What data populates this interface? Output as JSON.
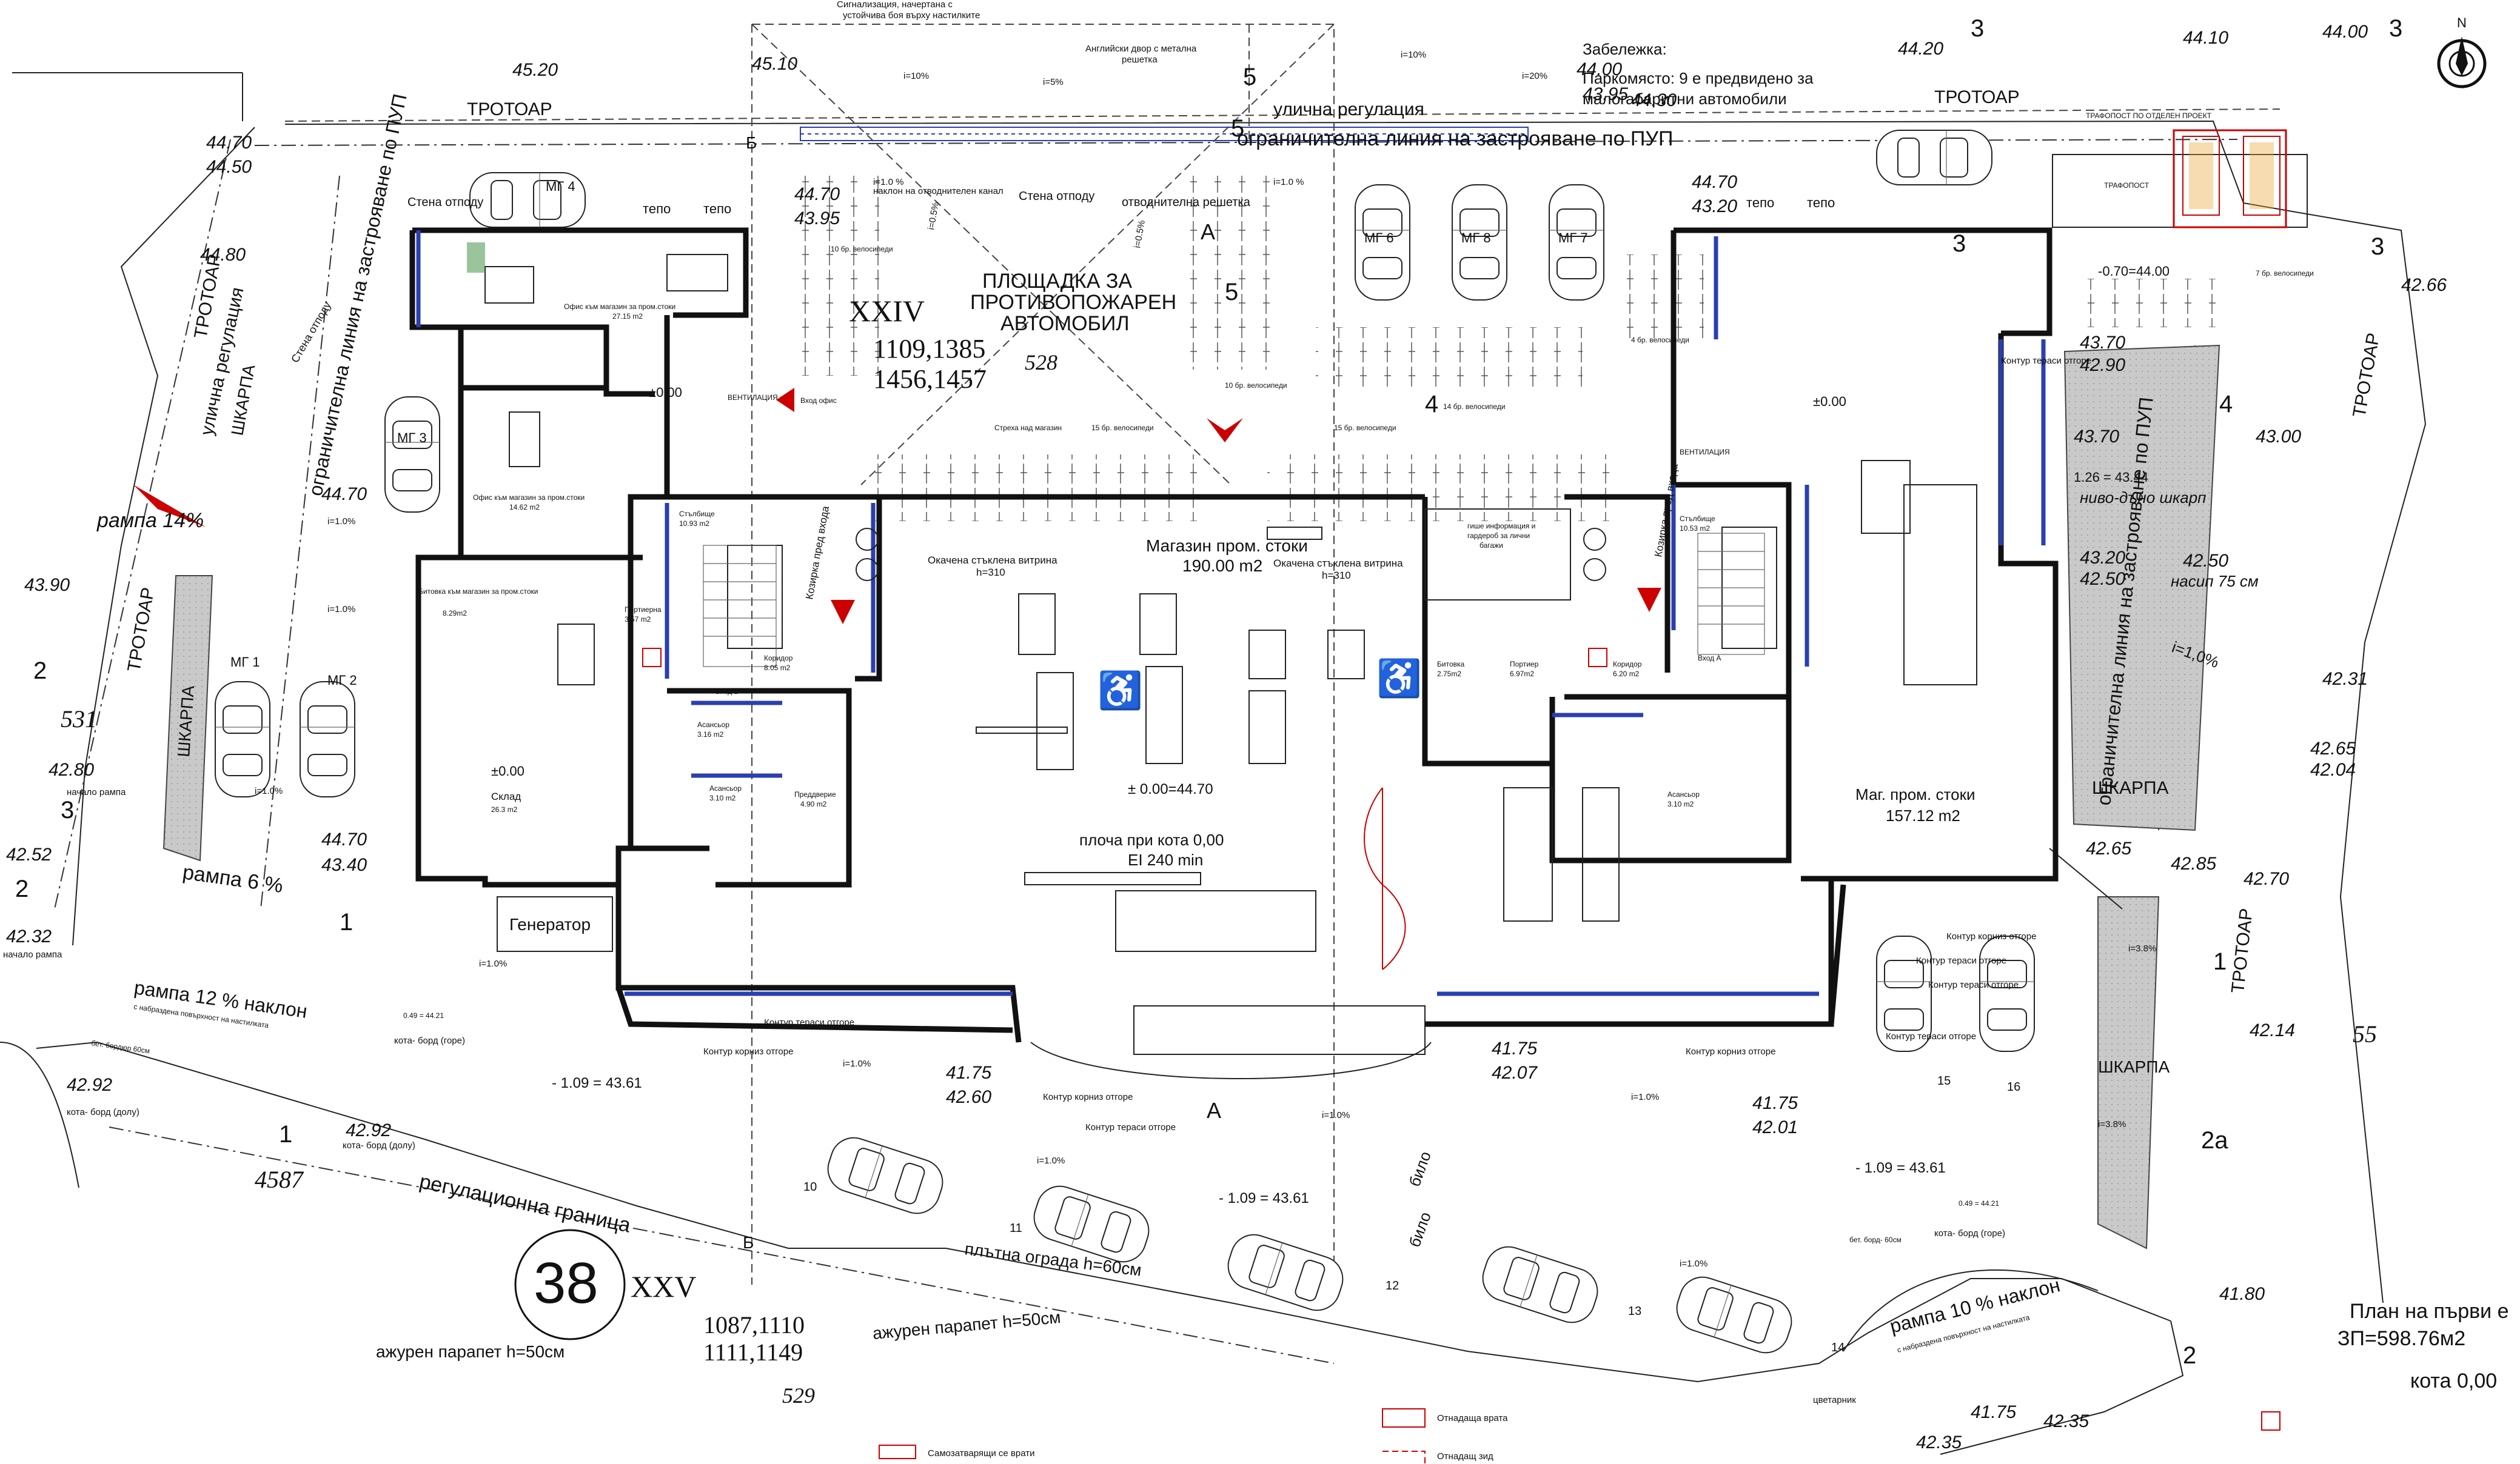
{
  "top_notes": {
    "signal": "Сигнализация, начертана с",
    "signal2": "устойчива боя върху настилките",
    "english_yard": "Английски двор с метална",
    "english_yard2": "решетка"
  },
  "note": {
    "title": "Забележка:",
    "line1": "Паркомясто: 9 е предвидено за",
    "line2": "малогабаритни автомобили"
  },
  "lines": {
    "street_reg": "улична регулация",
    "limit_line": "ограничителна линия на застрояване по ПУП",
    "reg_border": "регулационна граница",
    "limit_left": "ограничителна линия на застрояване по ПУП",
    "street_reg_left": "улична регулация",
    "limit_right": "ограничителна линия на застрояване по ПУП"
  },
  "sidewalk": {
    "top": "ТРОТОАР",
    "top_right": "ТРОТОАР",
    "left1": "ТРОТОАР",
    "left2": "ТРОТОАР",
    "right1": "ТРОТОАР",
    "right2": "ТРОТОАР"
  },
  "scarp": {
    "s1": "ШКАРПА",
    "s2": "ШКАРПА",
    "s3": "ШКАРПА",
    "s4": "ШКАРПА"
  },
  "transformer": {
    "title": "ТРАФОПОСТ ПО ОТДЕЛЕН ПРОЕКТ",
    "name": "ТРАФОПОСТ"
  },
  "site": {
    "fire_area1": "ПЛОЩАДКА ЗА",
    "fire_area2": "ПРОТИВОПОЖАРЕН",
    "fire_area3": "АВТОМОБИЛ",
    "block_top": "XXIV",
    "lots_top1": "1109,1385",
    "lots_top2": "1456,1457",
    "num_top": "528",
    "block_bottom_num": "38",
    "block_bottom": "XXV",
    "lots_bot1": "1087,1110",
    "lots_bot2": "1111,1149",
    "num_bot": "529",
    "num_531": "531",
    "num_4587": "4587",
    "num_55": "55"
  },
  "plan_title": {
    "line1": "План на първи е",
    "line2": "ЗП=598.76м2",
    "line3": "кота  0,00"
  },
  "rooms": {
    "shop_main": "Магазин пром. стоки",
    "shop_main_area": "190.00 m2",
    "shop_right": "Маг. пром. стоки",
    "shop_right_area": "157.12 m2",
    "fire_slab": "плоча при кота 0,00",
    "fire_slab2": "EI 240 min",
    "elev_zero": "± 0.00=44.70",
    "generator": "Генератор",
    "office1": "Офис към магазин за пром.стоки",
    "office1_area": "27.15 m2",
    "office2": "Офис към магазин за пром.стоки",
    "office2_area": "14.62 m2",
    "kitchen": "Битовка към магазин за пром.стоки",
    "kitchen_area": "8.29m2",
    "storage": "Склад",
    "storage_area": "26.3 m2",
    "stair_b": "Стълбище",
    "stair_b_area": "10.93 m2",
    "stair_a": "Стълбище",
    "stair_a_area": "10.53 m2",
    "corridor_b": "Коридор",
    "corridor_b_area": "8.05 m2",
    "corridor_a": "Коридор",
    "corridor_a_area": "6.20 m2",
    "lift1": "Асансьор",
    "lift1_area": "3.16 m2",
    "lift2": "Асансьор",
    "lift2_area": "3.10 m2",
    "lift3": "Асансьор",
    "lift3_area": "3.10 m2",
    "lobby": "Преддверие",
    "lobby_area": "4.90 m2",
    "wc": "Битовка",
    "wc_area": "2.75m2",
    "porter_b": "Портиерна",
    "porter_b_area": "3.57 m2",
    "porter_a": "Портиер",
    "porter_a_area": "6.97m2",
    "info": "гише информация и",
    "info2": "гардероб за лични",
    "info3": "багажи",
    "entry_b": "Вход Б",
    "entry_a": "Вход А",
    "entry_office": "Вход офис",
    "ventilation": "ВЕНТИЛАЦИЯ",
    "ventilation2": "ВЕНТИЛАЦИЯ",
    "canopy": "Стреха над магазин",
    "bikes15a": "15 бр. велосипеди",
    "bikes15b": "15 бр. велосипеди",
    "bikes10": "10 бр. велосипеди",
    "bikes10b": "10 бр. велосипеди",
    "bikes14": "14 бр. велосипеди",
    "bikes4": "4 бр. велосипеди",
    "bikes7": "7 бр. велосипеди",
    "glass1": "Окачена стъклена витрина",
    "glass1_h": "h=310",
    "glass2": "Окачена стъклена витрина",
    "glass2_h": "h=310",
    "vestibule_b": "Козирка пред входа",
    "vestibule_a": "Козирка пред входа",
    "wall_fence": "Стена отподу",
    "wall_fence2": "Стена отподу",
    "wall_fence3": "Стена отподу",
    "grate": "отводнителна решетка",
    "slope_drain": "наклон на отводнителен канал",
    "tepo1": "тепо",
    "tepo2": "тепо",
    "tepo3": "тепо",
    "tepo4": "тепо"
  },
  "contours": {
    "c1": "Контур корниз отгоре",
    "c2": "Контур тераси отгоре",
    "c3": "Контур корниз отгоре",
    "c4": "Контур тераси отгоре",
    "c5": "Контур корниз отгоре",
    "c6": "Контур тераси отгоре",
    "c7": "Контур тераси отгоре",
    "c8": "Контур корниз отгоре",
    "c9": "Контур тераси отгоре",
    "c10": "Контур тераси отгоре"
  },
  "fences": {
    "solid": "плътна ограда h=60см",
    "open1": "ажурен парапет h=50см",
    "open2": "ажурен парапет h=50см",
    "bilo1": "било",
    "bilo2": "било",
    "flowerbed": "цветарник"
  },
  "ramps": {
    "r14": "рампа 14%",
    "r6": "рампа 6 %",
    "r12": "рампа 12 % наклон",
    "r12b": "с набраздена повърхност на настилката",
    "r10": "рампа 10 % наклон",
    "r10b": "с набраздена повърхност на настилката",
    "start1": "начало рампа",
    "start2": "начало рампа",
    "nasip": "насип 75 см",
    "nivo": "ниво-дъно шкарп",
    "level126": "1.26 = 43.44",
    "level109a": "- 1.09 = 43.61",
    "level109b": "- 1.09 = 43.61",
    "level109c": "- 1.09 = 43.61",
    "level070": "-0.70=44.00",
    "bord_top1": "кота- борд (горе)",
    "bord_top2": "кота- борд (горе)",
    "bord_bot1": "кота- борд (долу)",
    "bord_bot2": "кота- борд (долу)",
    "bet_bord1": "бет. бордюр 60см",
    "bet_bord2": "бет. борд- 60см",
    "v049a": "0.49 = 44.21",
    "v049b": "0.49 = 44.21"
  },
  "elevations": {
    "e4520": "45.20",
    "e4510": "45.10",
    "e4470a": "44.70",
    "e4450": "44.50",
    "e4480": "44.80",
    "e4470b": "44.70",
    "e4390": "43.90",
    "e4470c": "44.70",
    "e4395a": "43.95",
    "e4430": "44.30",
    "e4400a": "44.00",
    "e4395b": "43.95",
    "e4420": "44.20",
    "e4410": "44.10",
    "e4400b": "44.00",
    "e4470d": "44.70",
    "e4320a": "43.20",
    "e4266": "42.66",
    "e4370a": "43.70",
    "e4290": "42.90",
    "e4370b": "43.70",
    "e4300": "43.00",
    "e4320b": "43.20",
    "e4250a": "42.50",
    "e4250b": "42.50",
    "e4231": "42.31",
    "e4265a": "42.65",
    "e4204": "42.04",
    "e4265b": "42.65",
    "e4285": "42.85",
    "e4270": "42.70",
    "e4214": "42.14",
    "e4180": "41.80",
    "e4280": "42.80",
    "e4252": "42.52",
    "e4232": "42.32",
    "e4470e": "44.70",
    "e4340": "43.40",
    "e4292": "42.92",
    "e4292b": "42.92",
    "e4175a": "41.75",
    "e4260": "42.60",
    "e4175b": "41.75",
    "e4207": "42.07",
    "e4175c": "41.75",
    "e4201": "42.01",
    "e4175d": "41.75",
    "e4235a": "42.35",
    "e4235b": "42.35"
  },
  "slopes": {
    "s1": "i=10%",
    "s2": "i=5%",
    "s3": "i=10%",
    "s4": "i=20%",
    "s5": "i=1.0 %",
    "s6": "i=1.0 %",
    "s7": "i=0.5%",
    "s8": "i=0.5%",
    "s9": "i=1.0%",
    "s10": "i=1.0%",
    "s11": "i=1.0%",
    "s12": "i=1.0%",
    "s13": "i=1.0%",
    "s14": "i=1.0%",
    "s15": "i=1.0%",
    "s16": "i=1.0%",
    "s17": "i=1.0%",
    "s18": "i=3.8%",
    "s19": "i=3.8%",
    "s20": "i=1,0%"
  },
  "zero": {
    "z1": "±0.00",
    "z2": "±0.00",
    "z3": "±0.00"
  },
  "parking": {
    "mg1": "МГ 1",
    "mg2": "МГ 2",
    "mg3": "МГ 3",
    "mg4": "МГ 4",
    "mg6": "МГ 6",
    "mg8": "МГ 8",
    "mg7": "МГ 7",
    "p10": "10",
    "p11": "11",
    "p12": "12",
    "p13": "13",
    "p14": "14",
    "p15": "15",
    "p16": "16"
  },
  "axes": {
    "a3": "3",
    "a3b": "3",
    "a3c": "3",
    "a3d": "3",
    "a3e": "3",
    "a5": "5",
    "a5b": "5",
    "a5c": "5",
    "a4": "4",
    "a4b": "4",
    "a2": "2",
    "a2b": "2",
    "a2c": "2",
    "a2a": "2а",
    "a1": "1",
    "a1b": "1",
    "a1c": "1",
    "A": "А",
    "A2": "А",
    "B": "Б",
    "B2": "Б"
  },
  "legend": {
    "doors1": "Самозатварящи се врати",
    "door_open": "Отнадаща врата",
    "wall_open": "Отнадащ зид"
  },
  "north": "N"
}
